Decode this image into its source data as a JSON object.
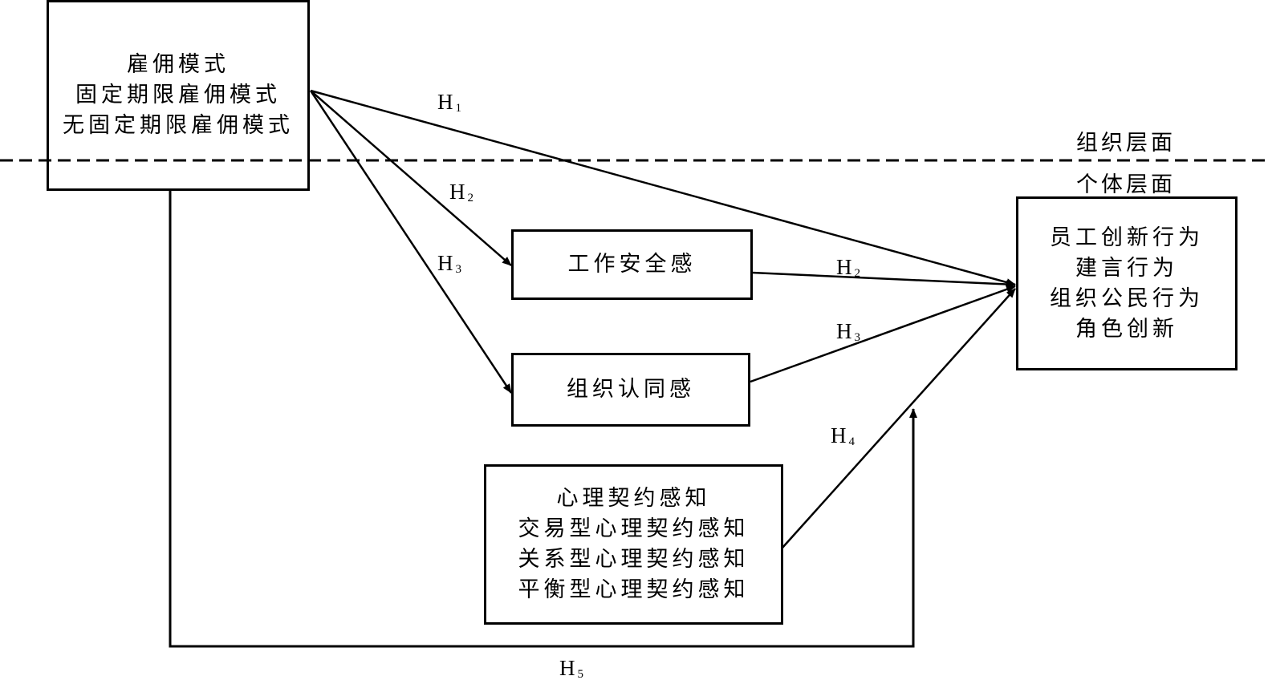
{
  "nodes": {
    "employment_mode": {
      "lines": [
        "雇佣模式",
        "固定期限雇佣模式",
        "无固定期限雇佣模式"
      ]
    },
    "job_security": {
      "lines": [
        "工作安全感"
      ]
    },
    "org_identification": {
      "lines": [
        "组织认同感"
      ]
    },
    "psych_contract": {
      "lines": [
        "心理契约感知",
        "交易型心理契约感知",
        "关系型心理契约感知",
        "平衡型心理契约感知"
      ]
    },
    "outcomes": {
      "lines": [
        "员工创新行为",
        "建言行为",
        "组织公民行为",
        "角色创新"
      ]
    }
  },
  "levels": {
    "organization": "组织层面",
    "individual": "个体层面"
  },
  "hypotheses": {
    "h1": {
      "letter": "H",
      "num": "1"
    },
    "h2a": {
      "letter": "H",
      "num": "2"
    },
    "h3a": {
      "letter": "H",
      "num": "3"
    },
    "h2b": {
      "letter": "H",
      "num": "2"
    },
    "h3b": {
      "letter": "H",
      "num": "3"
    },
    "h4": {
      "letter": "H",
      "num": "4"
    },
    "h5": {
      "letter": "H",
      "num": "5"
    }
  }
}
